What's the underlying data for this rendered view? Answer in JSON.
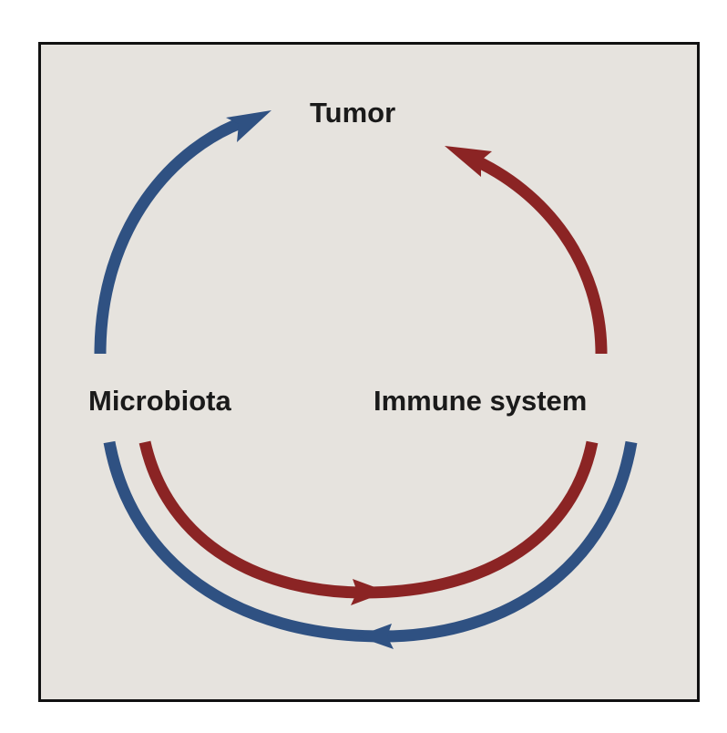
{
  "diagram": {
    "nodes": [
      {
        "id": "tumor",
        "label": "Tumor"
      },
      {
        "id": "microbiota",
        "label": "Microbiota"
      },
      {
        "id": "immune",
        "label": "Immune system"
      }
    ],
    "edges": [
      {
        "from": "microbiota",
        "to": "tumor",
        "color": "#2f5182"
      },
      {
        "from": "immune",
        "to": "tumor",
        "color": "#8b2424"
      },
      {
        "from": "microbiota",
        "to": "immune",
        "color": "#8b2424"
      },
      {
        "from": "immune",
        "to": "microbiota",
        "color": "#2f5182"
      }
    ]
  },
  "colors": {
    "blue": "#2f5182",
    "red": "#8b2424",
    "background": "#e6e3de",
    "frame": "#111111"
  }
}
